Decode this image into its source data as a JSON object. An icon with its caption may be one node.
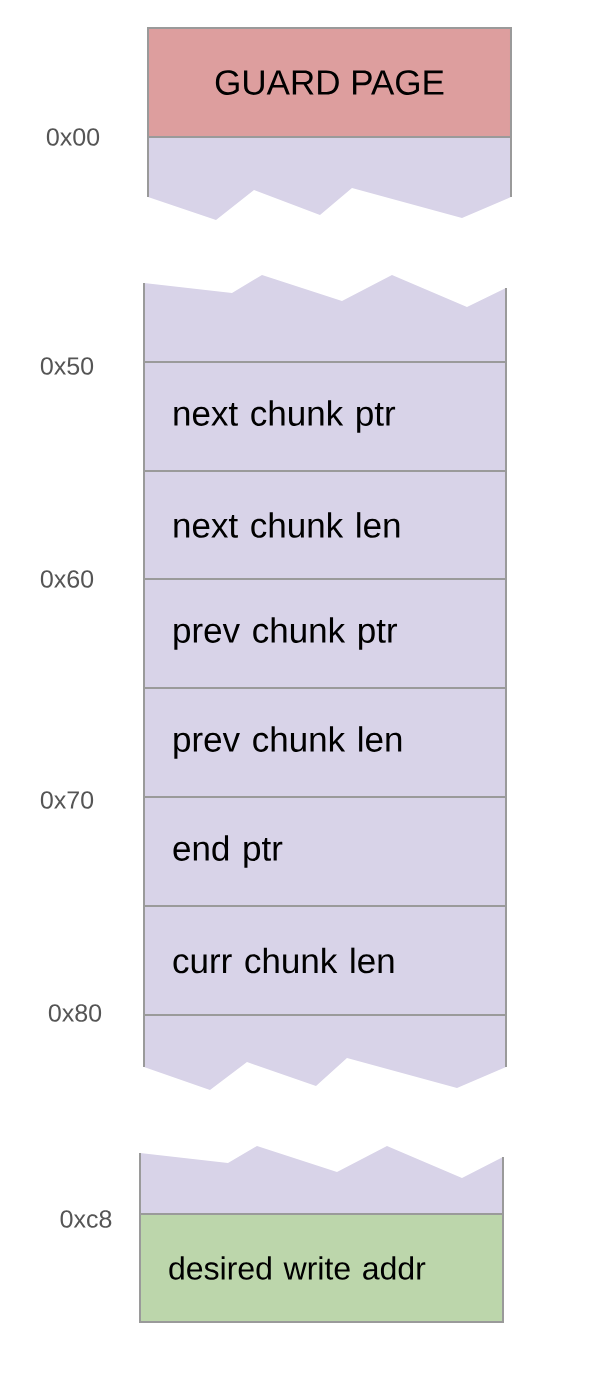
{
  "diagram": {
    "nodes": [
      {
        "text": [
          "GUARD PAGE"
        ]
      },
      {
        "text": [
          "next chunk ptr"
        ]
      },
      {
        "text": [
          "next chunk len"
        ]
      },
      {
        "text": [
          "prev chunk ptr"
        ]
      },
      {
        "text": [
          "prev chunk len"
        ]
      },
      {
        "text": [
          "end ptr"
        ]
      },
      {
        "text": [
          "curr chunk len"
        ]
      },
      {
        "text": [
          "desired write addr"
        ]
      }
    ],
    "labels": [
      "0x00",
      "0x50",
      "0x60",
      "0x70",
      "0x80",
      "0xc8"
    ]
  }
}
